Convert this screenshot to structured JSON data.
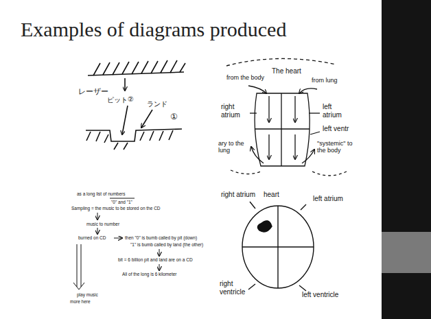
{
  "diagram": {
    "title": "Examples of diagrams produced",
    "labels": [
      "レーザー",
      "ピット",
      "②",
      "ランド",
      "①",
      "The heart",
      "from the body",
      "from lung",
      "right atrium",
      "left atrium",
      "left ventr",
      "\"systemic\" to the body",
      "ary to the lung",
      "as a long list of numbers",
      "\"0\" and \"1\"",
      "Sampling = the music to be stored on the CD",
      "music to number",
      "burned on CD",
      "then \"0\" is bumb called by pit (down)",
      "\"1\" is bumb called by land (the other)",
      "bit = 6 billion pit and land are on a CD",
      "All of the long is 6 kilometer",
      "play music",
      "more here",
      "right atrium",
      "heart",
      "left atrium",
      "right ventricle",
      "left ventricle"
    ]
  }
}
